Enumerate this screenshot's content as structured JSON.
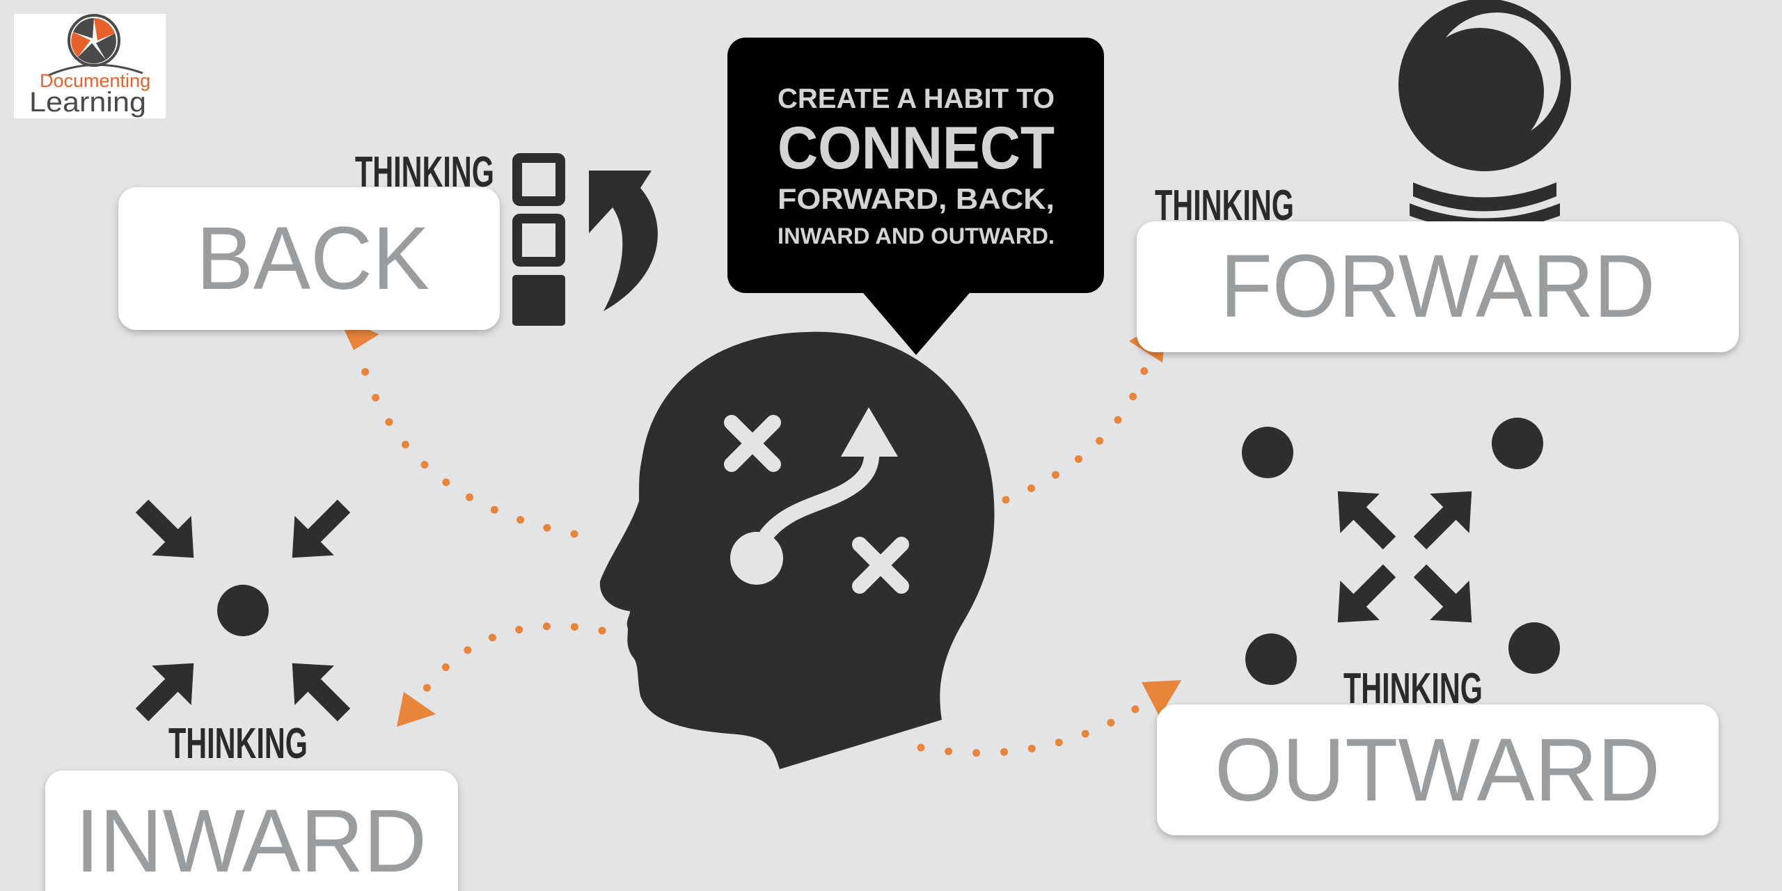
{
  "logo": {
    "line1": "Documenting",
    "line2": "Learning"
  },
  "bubble": {
    "line1": "CREATE A HABIT TO",
    "line2": "CONNECT",
    "line3": "FORWARD, BACK,",
    "line4": "INWARD AND OUTWARD."
  },
  "directions": {
    "back": {
      "thinking": "THINKING",
      "label": "BACK"
    },
    "forward": {
      "thinking": "THINKING",
      "label": "FORWARD"
    },
    "inward": {
      "thinking": "THINKING",
      "label": "INWARD"
    },
    "outward": {
      "thinking": "THINKING",
      "label": "OUTWARD"
    }
  },
  "colors": {
    "accent": "#e8853a",
    "icon": "#2e2e2e",
    "background": "#e3e4e6",
    "label": "#9a9d9f"
  }
}
